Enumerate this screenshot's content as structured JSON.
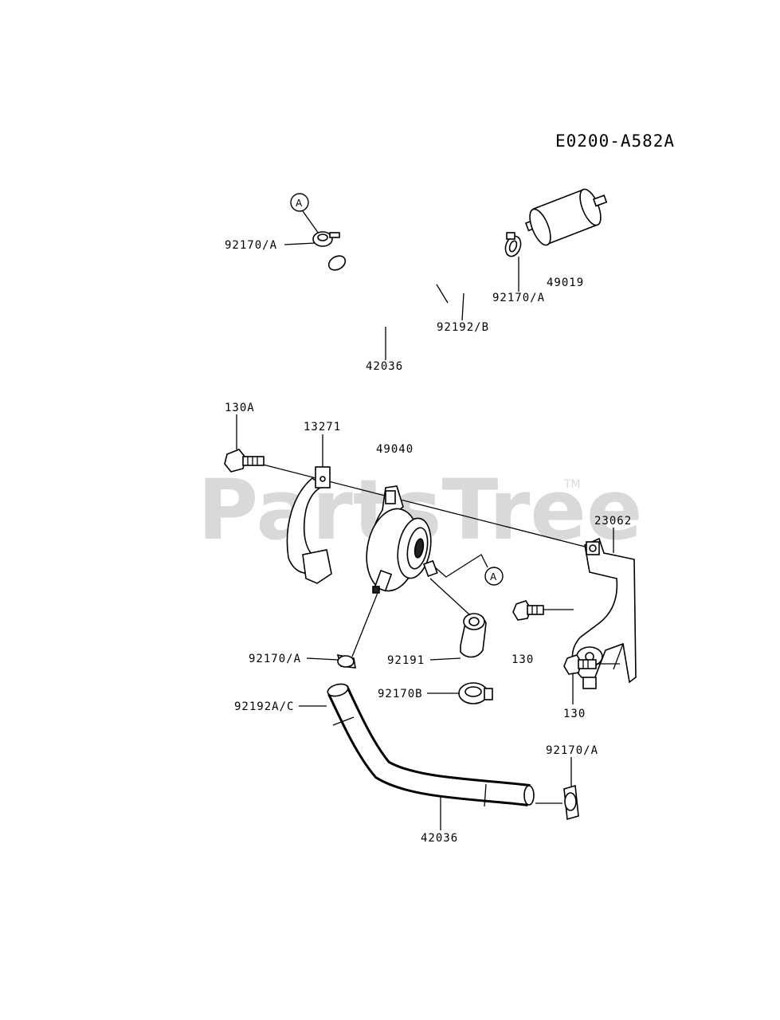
{
  "diagram_code": "E0200-A582A",
  "watermark": "PartsTree",
  "trademark": "TM",
  "ref_marker": "A",
  "part_labels": {
    "clamp_top_left": "92170/A",
    "hose_top": "42036",
    "hose_sleeve_top": "92192/B",
    "clamp_top_right": "92170/A",
    "fuel_filter": "49019",
    "bolt_130A": "130A",
    "bracket_13271": "13271",
    "fuel_pump": "49040",
    "bracket_23062": "23062",
    "bolt_130_mid": "130",
    "bolt_130_low": "130",
    "clamp_pump_left": "92170/A",
    "fitting_92191": "92191",
    "clamp_92170B": "92170B",
    "hose_sleeve_bottom": "92192A/C",
    "clamp_bottom_right": "92170/A",
    "hose_bottom": "42036"
  }
}
